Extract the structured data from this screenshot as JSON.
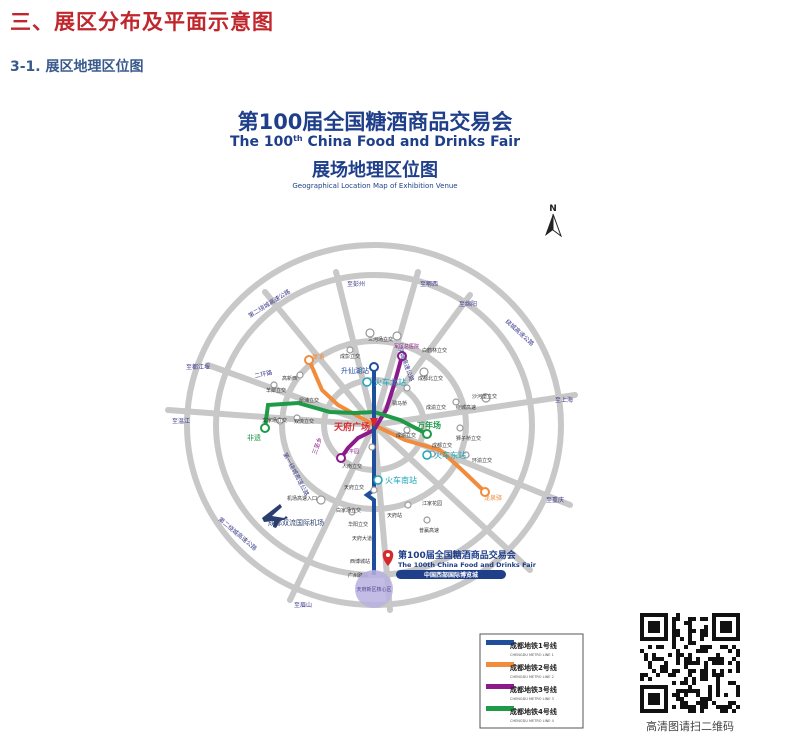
{
  "section": {
    "title": "三、展区分布及平面示意图",
    "subtitle": "3-1. 展区地理区位图"
  },
  "map": {
    "title_cn": "第100届全国糖酒商品交易会",
    "title_en_pre": "The 100",
    "title_en_sup": "th",
    "title_en_post": " China Food and Drinks Fair",
    "subtitle_cn": "展场地理区位图",
    "subtitle_en": "Geographical Location Map of Exhibition Venue",
    "north": "N",
    "colors": {
      "ring": "#c8c8c8",
      "line1": "#1f4e9c",
      "line2": "#f08c3c",
      "line3": "#8b1a8b",
      "line4": "#1e9a48",
      "expressway": "#3d3d8c",
      "marker": "#d6282d",
      "venue_circle": "#b9b1e0"
    },
    "directions": {
      "d1": "至彭州",
      "d2": "至郫西",
      "d3": "至绵阳",
      "d4": "至都江堰",
      "d5": "至温江",
      "d6": "至上海",
      "d7": "至重庆",
      "d8": "至眉山"
    },
    "roads": {
      "r1": "第二绕城高速公路",
      "r2": "绕城高速公路",
      "r3": "第一绕城高速公路",
      "r4": "绕城高速公路",
      "r5": "第二绕城高速公路",
      "r6": "二环路"
    },
    "places": {
      "p1": "三河场立交",
      "p2": "成彭立交",
      "p3": "白鹤林立交",
      "p4": "成都北立交",
      "p5": "羊犀立交",
      "p6": "沙河堡立交",
      "p7": "绕城高速",
      "p8": "成渝立交",
      "p9": "文家场立交",
      "p10": "犀浦立交",
      "p11": "双流立交",
      "p12": "狮子桥立交",
      "p13": "成都立交",
      "p14": "人南立交",
      "p15": "天府立交",
      "p16": "江家花园",
      "p17": "机场高速入口",
      "p18": "白家场立交",
      "p19": "天府站",
      "p20": "华阳立交",
      "p21": "普赢高速",
      "p22": "天府大道",
      "p23": "西博城站",
      "p24": "广州路站",
      "p25": "万年场",
      "p26": "犀浦",
      "p27": "非遗",
      "p28": "太平园",
      "p29": "三圣乡",
      "p30": "军区总医院",
      "p31": "升仙湖站",
      "p32": "龙泉驿",
      "p33": "驷马桥",
      "p34": "成渝立交",
      "p35": "高新西",
      "p36": "环渝立交"
    },
    "stations": {
      "north": "火车北站",
      "east": "火车东站",
      "south": "火车南站",
      "center": "天府广场"
    },
    "airport": "成都双流国际机场",
    "venue": {
      "title_cn": "第100届全国糖酒商品交易会",
      "title_en": "The 100th China Food and Drinks Fair",
      "banner": "中国西部国际博览城",
      "circle_label": "天府新区核心区"
    },
    "legend": [
      {
        "cn": "成都地铁1号线",
        "en": "CHENGDU METRO LINE 1"
      },
      {
        "cn": "成都地铁2号线",
        "en": "CHENGDU METRO LINE 2"
      },
      {
        "cn": "成都地铁3号线",
        "en": "CHENGDU METRO LINE 3"
      },
      {
        "cn": "成都地铁4号线",
        "en": "CHENGDU METRO LINE 4"
      }
    ]
  },
  "qr": {
    "caption": "高清图请扫二维码"
  }
}
